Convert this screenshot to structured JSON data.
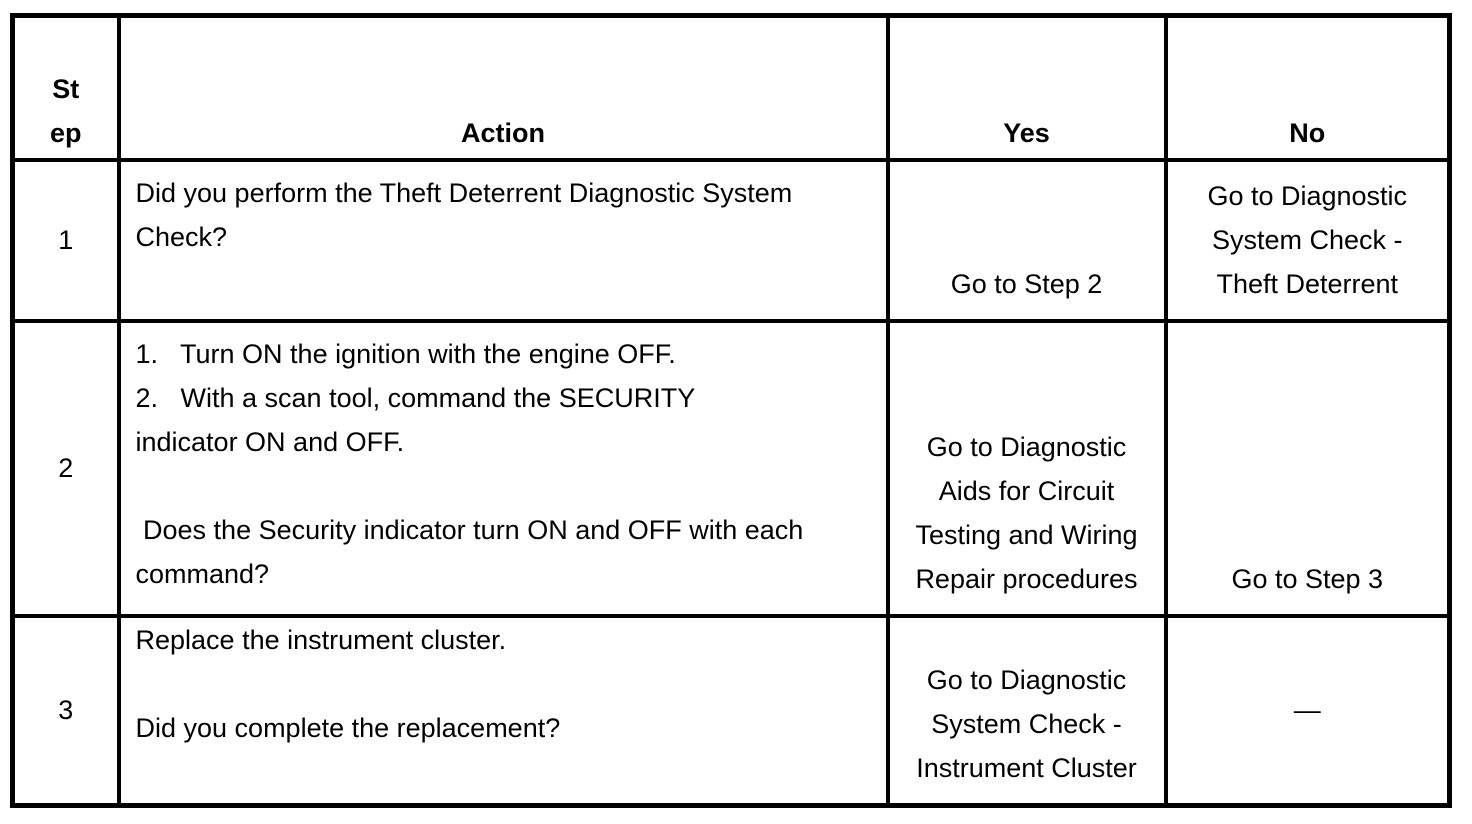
{
  "colors": {
    "border": "#000000",
    "text": "#000000",
    "background": "#ffffff"
  },
  "table": {
    "columns": {
      "step": "St\nep",
      "action": "Action",
      "yes": "Yes",
      "no": "No"
    },
    "rows": [
      {
        "step": "1",
        "action": "Did you perform the Theft Deterrent Diagnostic System\nCheck?",
        "yes": "Go to Step 2",
        "no": "Go to Diagnostic\nSystem Check -\nTheft Deterrent"
      },
      {
        "step": "2",
        "action": "1.   Turn ON the ignition with the engine OFF.\n2.   With a scan tool, command the SECURITY\nindicator ON and OFF.\n\n Does the Security indicator turn ON and OFF with each\ncommand?",
        "yes": "Go to Diagnostic\nAids for Circuit\nTesting and Wiring\nRepair procedures",
        "no": "Go to Step 3"
      },
      {
        "step": "3",
        "action": "Replace the instrument cluster.\n\nDid you complete the replacement?",
        "yes": "Go to Diagnostic\nSystem Check -\nInstrument Cluster",
        "no": "—"
      }
    ]
  }
}
